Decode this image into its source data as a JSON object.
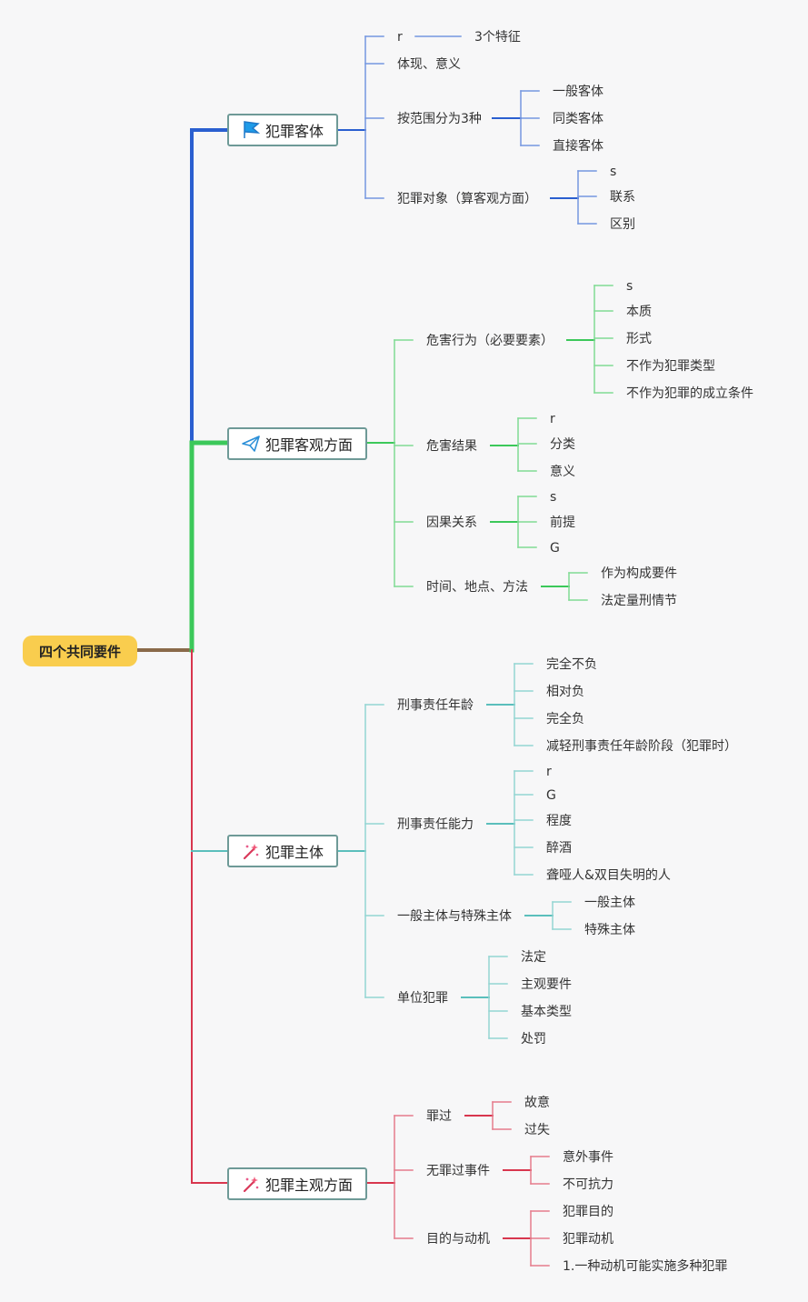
{
  "root": {
    "label": "四个共同要件"
  },
  "branches": {
    "object": {
      "label": "犯罪客体",
      "icon": "flag-icon",
      "color": "#2a5fd0",
      "items": {
        "i0": {
          "label": "r",
          "children": [
            "3个特征"
          ]
        },
        "i1": {
          "label": "体现、意义"
        },
        "i2": {
          "label": "按范围分为3种",
          "children": [
            "一般客体",
            "同类客体",
            "直接客体"
          ]
        },
        "i3": {
          "label": "犯罪对象（算客观方面）",
          "children": [
            "s",
            "联系",
            "区别"
          ]
        }
      }
    },
    "objective": {
      "label": "犯罪客观方面",
      "icon": "paper-plane-icon",
      "color": "#3cc85a",
      "items": {
        "i0": {
          "label": "危害行为（必要要素）",
          "children": [
            "s",
            "本质",
            "形式",
            "不作为犯罪类型",
            "不作为犯罪的成立条件"
          ]
        },
        "i1": {
          "label": "危害结果",
          "children": [
            "r",
            "分类",
            "意义"
          ]
        },
        "i2": {
          "label": "因果关系",
          "children": [
            "s",
            "前提",
            "G"
          ]
        },
        "i3": {
          "label": "时间、地点、方法",
          "children": [
            "作为构成要件",
            "法定量刑情节"
          ]
        }
      }
    },
    "subject": {
      "label": "犯罪主体",
      "icon": "magic-wand-icon",
      "color": "#5bbfbc",
      "items": {
        "i0": {
          "label": "刑事责任年龄",
          "children": [
            "完全不负",
            "相对负",
            "完全负",
            "减轻刑事责任年龄阶段（犯罪时）"
          ]
        },
        "i1": {
          "label": "刑事责任能力",
          "children": [
            "r",
            "G",
            "程度",
            "醉酒",
            "聋哑人&双目失明的人"
          ]
        },
        "i2": {
          "label": "一般主体与特殊主体",
          "children": [
            "一般主体",
            "特殊主体"
          ]
        },
        "i3": {
          "label": "单位犯罪",
          "children": [
            "法定",
            "主观要件",
            "基本类型",
            "处罚"
          ]
        }
      }
    },
    "subjective": {
      "label": "犯罪主观方面",
      "icon": "magic-wand-icon",
      "color": "#d8364e",
      "items": {
        "i0": {
          "label": "罪过",
          "children": [
            "故意",
            "过失"
          ]
        },
        "i1": {
          "label": "无罪过事件",
          "children": [
            "意外事件",
            "不可抗力"
          ]
        },
        "i2": {
          "label": "目的与动机",
          "children": [
            "犯罪目的",
            "犯罪动机",
            "1.一种动机可能实施多种犯罪"
          ]
        }
      }
    }
  }
}
